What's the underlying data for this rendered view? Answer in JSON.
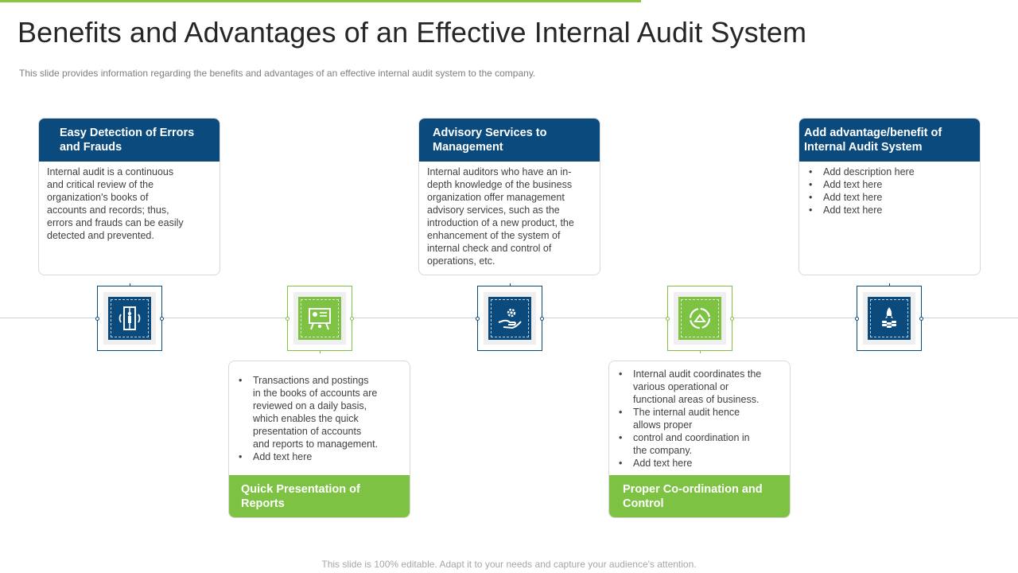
{
  "slide": {
    "title": "Benefits and Advantages of an Effective Internal Audit System",
    "subtitle": "This slide provides  information  regarding  the benefits  and advantages  of an effective  internal  audit  system to the company.",
    "footer": "This slide is 100% editable. Adapt it to your needs and capture your audience's attention.",
    "colors": {
      "accent_blue": "#0b4a7d",
      "accent_green": "#7dc242",
      "top_bar": "#8cc63f"
    }
  },
  "cards_top": [
    {
      "heading": "Easy Detection of Errors and Frauds",
      "body_lines": [
        "Internal  audit is a continuous",
        "and critical review  of the",
        "organization's  books of",
        "accounts and records; thus,",
        "errors and frauds  can be easily",
        "detected and prevented."
      ]
    },
    {
      "heading": "Advisory  Services to Management",
      "body_lines": [
        "Internal auditors who have an in-",
        "depth knowledge  of the business",
        "organization  offer management",
        "advisory services, such as the",
        "introduction of a new product, the",
        "enhancement  of the system of",
        "internal check and control of",
        "operations,  etc."
      ]
    },
    {
      "heading": "Add  advantage/benefit of Internal Audit System",
      "bullets": [
        "Add description here",
        "Add text here",
        "Add text here",
        "Add text here"
      ]
    }
  ],
  "cards_bottom": [
    {
      "heading": "Quick Presentation of Reports",
      "bullets": [
        [
          "Transactions and postings",
          "in the books of accounts are",
          "reviewed  on a daily basis,",
          "which enables the quick",
          "presentation of accounts",
          "and reports to management."
        ],
        [
          "Add text here"
        ]
      ]
    },
    {
      "heading": "Proper Co-ordination and Control",
      "bullets": [
        [
          "Internal audit coordinates the",
          "various  operational  or",
          "functional areas of business."
        ],
        [
          "The internal  audit hence",
          "allows proper"
        ],
        [
          "control and coordination in",
          "the company."
        ],
        [
          "Add text here"
        ]
      ]
    }
  ],
  "icons": [
    "elevator-icon",
    "presentation-board-icon",
    "hand-gear-icon",
    "circular-arrows-icon",
    "rocket-coins-icon"
  ]
}
